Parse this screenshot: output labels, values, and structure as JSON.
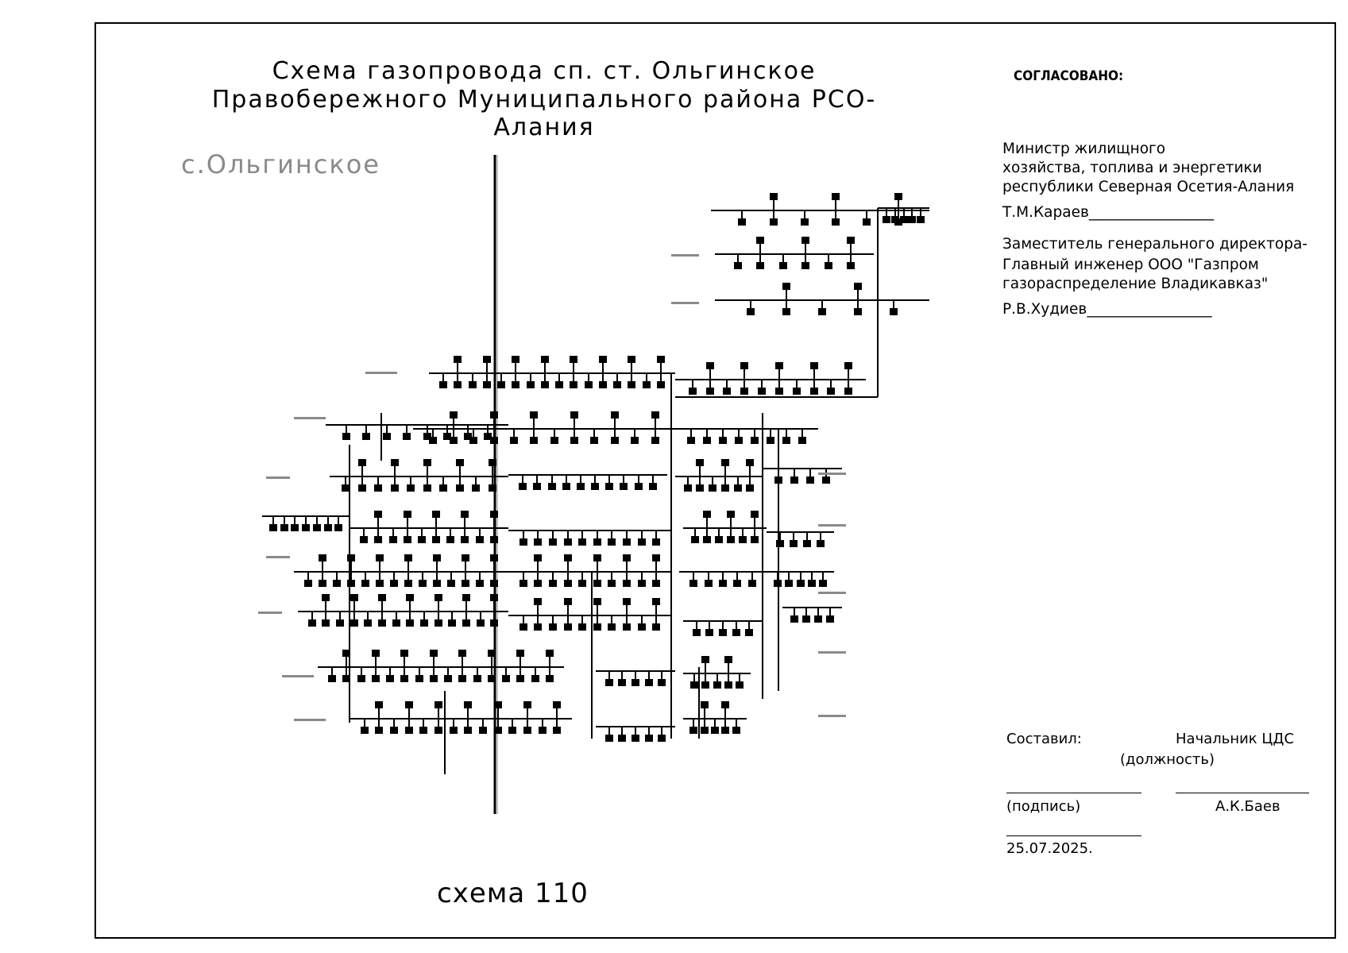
{
  "title": {
    "line1": "Схема газопровода сп. ст. Ольгинское",
    "line2": "Правобережного Муниципального района РСО-Алания"
  },
  "village_label": "с.Ольгинское",
  "scheme_number": "схема 110",
  "approval": {
    "heading": "СОГЛАСОВАНО:",
    "minister": {
      "line1": "Министр  жилищного",
      "line2": "хозяйства, топлива и энергетики",
      "line3": "республики Северная Осетия-Алания",
      "signature": "Т.М.Караев_________________"
    },
    "deputy": {
      "line1": "Заместитель генерального директора-",
      "line2": "Главный инженер  ООО \"Газпром",
      "line3": "газораспределение Владикавказ\"",
      "signature": "Р.В.Худиев_________________"
    }
  },
  "footer": {
    "compiled_label": "Составил:",
    "position_value": "Начальник ЦДС",
    "position_caption": "(должность)",
    "signature_caption": "(подпись)",
    "name": "А.К.Баев",
    "date": "25.07.2025."
  },
  "colors": {
    "line": "#000000",
    "grey": "#8a8a8a"
  }
}
